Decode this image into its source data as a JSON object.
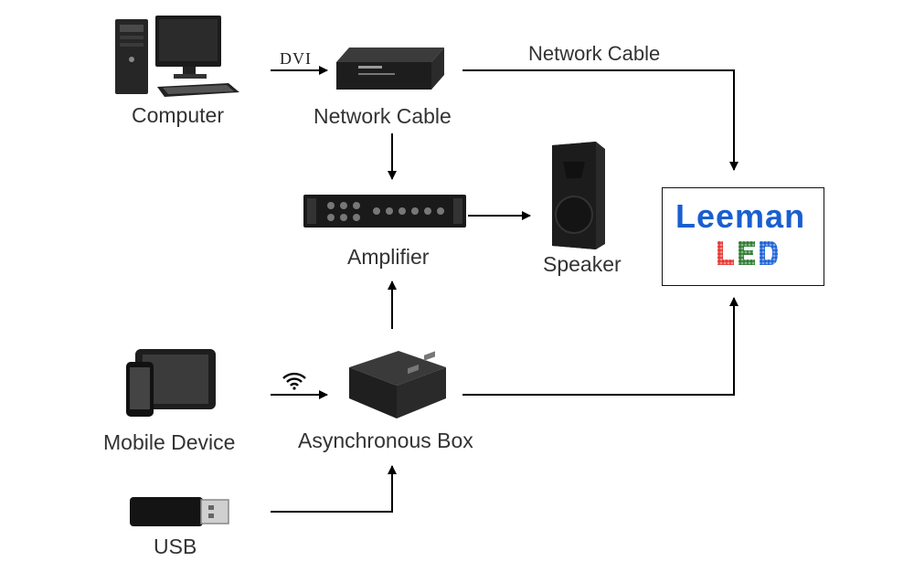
{
  "nodes": {
    "computer": "Computer",
    "controller": "Network Cable",
    "amplifier": "Amplifier",
    "speaker": "Speaker",
    "mobile": "Mobile Device",
    "async_box": "Asynchronous Box",
    "usb": "USB"
  },
  "edges": {
    "dvi": "DVI",
    "network": "Network Cable"
  },
  "display": {
    "brand": "Leeman",
    "led_letters": [
      "L",
      "E",
      "D"
    ],
    "led_colors": [
      "#e53935",
      "#2e7d32",
      "#1e63d6"
    ]
  }
}
